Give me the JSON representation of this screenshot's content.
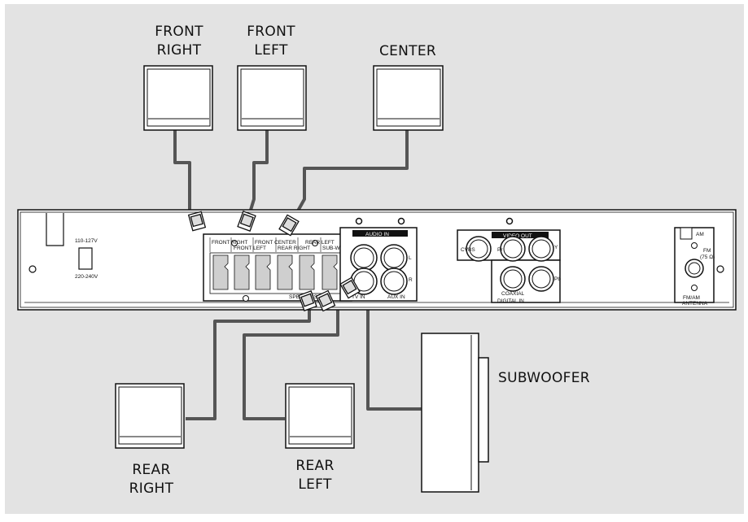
{
  "colors": {
    "background": "#e3e3e3",
    "cable": "#555555",
    "outline": "#111111",
    "speaker_face": "#ffffff"
  },
  "speakers": {
    "front_right": [
      "FRONT",
      "RIGHT"
    ],
    "front_left": [
      "FRONT",
      "LEFT"
    ],
    "center": [
      "CENTER"
    ],
    "subwoofer": [
      "SUBWOOFER"
    ],
    "rear_right": [
      "REAR",
      "RIGHT"
    ],
    "rear_left": [
      "REAR",
      "LEFT"
    ]
  },
  "panel": {
    "voltage_high": "110-127V",
    "voltage_low": "220-240V",
    "speaker_terminals": [
      "FRONT RIGHT",
      "FRONT LEFT",
      "FRONT CENTER",
      "REAR RIGHT",
      "REAR LEFT",
      "SUB-WOOFER"
    ],
    "speakers_label": "SPEAKERS",
    "audio_in": "AUDIO IN",
    "audio_l": "L",
    "audio_r": "R",
    "tv_in": "TV IN",
    "aux_in": "AUX IN",
    "video_out": "VIDEO OUT",
    "cvbs": "CVBS",
    "pr": "Pr",
    "y": "Y",
    "pb": "Pb",
    "coaxial": "COAXIAL",
    "digital_in": "DIGITAL IN",
    "am": "AM",
    "fm": "FM",
    "fm_ohm": "(75 Ω)",
    "antenna": [
      "FM/AM",
      "ANTENNA"
    ]
  }
}
